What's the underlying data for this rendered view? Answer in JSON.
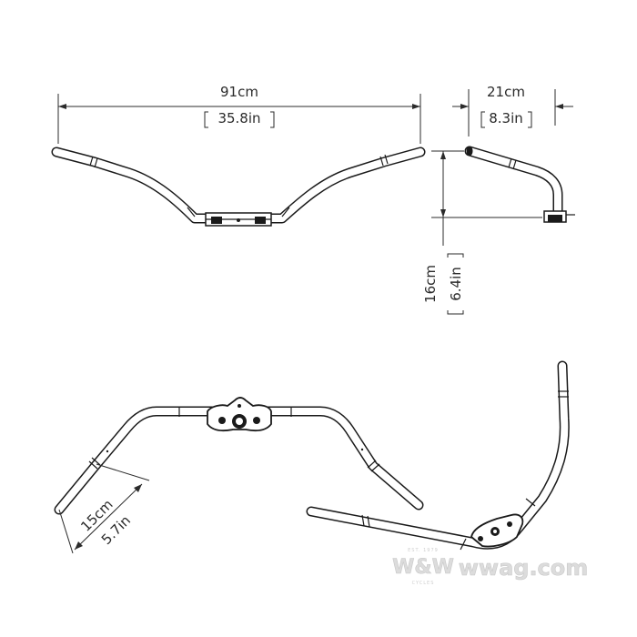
{
  "dimensions": {
    "width_cm": "91cm",
    "width_in": "35.8in",
    "pullback_cm": "21cm",
    "pullback_in": "8.3in",
    "rise_cm": "16cm",
    "rise_in": "6.4in",
    "grip_cm": "15cm",
    "grip_in": "5.7in"
  },
  "watermark": {
    "logo": "W&W",
    "site": "wwag.com",
    "est": "EST. 1979",
    "tag": "CYCLES"
  },
  "colors": {
    "line": "#1a1a1a",
    "dimension": "#2b2b2b",
    "watermark": "#dcdcdc"
  }
}
